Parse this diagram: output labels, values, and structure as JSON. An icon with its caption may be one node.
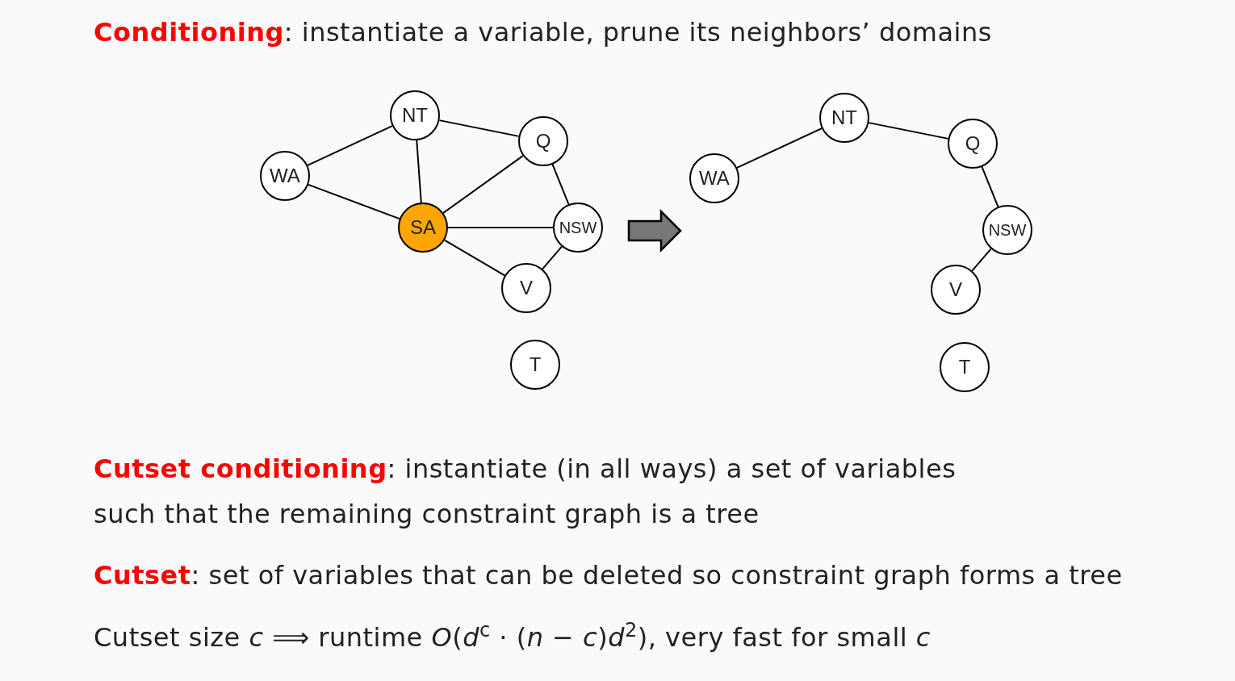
{
  "diagram": {
    "nodes": [
      {
        "text": [],
        "shape": "picture"
      },
      {
        "text": [
          "WA"
        ],
        "in": 0
      },
      {
        "text": [
          "NT"
        ],
        "in": 0
      },
      {
        "text": [
          "Q"
        ],
        "in": 0
      },
      {
        "text": [
          "SA"
        ],
        "in": 0
      },
      {
        "text": [
          "NSW"
        ],
        "in": 0
      },
      {
        "text": [
          "V"
        ],
        "in": 0
      },
      {
        "text": [
          "T"
        ],
        "in": 0
      },
      {
        "text": [],
        "shape": "picture"
      },
      {
        "text": [
          "WA"
        ],
        "in": 8
      },
      {
        "text": [
          "NT"
        ],
        "in": 8
      },
      {
        "text": [
          "Q"
        ],
        "in": 8
      },
      {
        "text": [
          "NSW"
        ],
        "in": 8
      },
      {
        "text": [
          "V"
        ],
        "in": 8
      },
      {
        "text": [
          "T"
        ],
        "in": 8
      }
    ],
    "edges": [
      {
        "from": 1,
        "to": 2,
        "arrow": "none"
      },
      {
        "from": 1,
        "to": 4,
        "arrow": "none"
      },
      {
        "from": 2,
        "to": 4,
        "arrow": "none"
      },
      {
        "from": 2,
        "to": 3,
        "arrow": "none"
      },
      {
        "from": 3,
        "to": 4,
        "arrow": "none"
      },
      {
        "from": 3,
        "to": 5,
        "arrow": "none"
      },
      {
        "from": 4,
        "to": 5,
        "arrow": "none"
      },
      {
        "from": 4,
        "to": 6,
        "arrow": "none"
      },
      {
        "from": 5,
        "to": 6,
        "arrow": "none"
      },
      {
        "from": 9,
        "to": 10,
        "arrow": "none"
      },
      {
        "from": 10,
        "to": 11,
        "arrow": "none"
      },
      {
        "from": 11,
        "to": 12,
        "arrow": "none"
      },
      {
        "from": 12,
        "to": 13,
        "arrow": "none"
      },
      {
        "from": 0,
        "to": 8,
        "arrow": "to",
        "style": "thick"
      }
    ],
    "labels": [
      "**Conditioning**: instantiate a variable, prune its neighbors’ domains",
      "**Cutset conditioning**: instantiate (in all ways) a set of variables such that the remaining constraint graph is a tree",
      "**Cutset**: set of variables that can be deleted so constraint graph forms a tree",
      "Cutset size *c* ⟹ runtime *O*(*d*$^{c}$ · (*n* − *c*)*d*$^{2}$), very fast for small *c*"
    ]
  }
}
